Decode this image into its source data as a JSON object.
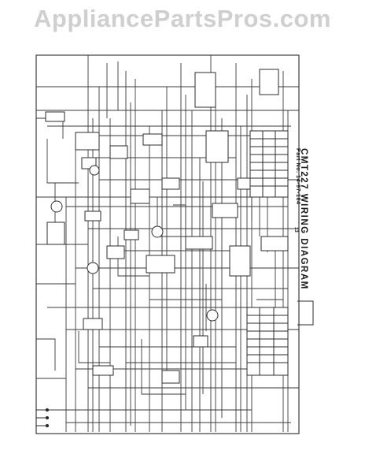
{
  "watermark": "AppliancePartsPros.com",
  "diagram": {
    "title": "CMT227 WIRING DIAGRAM",
    "part_number": "Part No. 14-97-184",
    "page_number": "13"
  },
  "colors": {
    "ink": "#2b2b2b",
    "paper": "#ffffff",
    "watermark": "#cfcfcf"
  }
}
